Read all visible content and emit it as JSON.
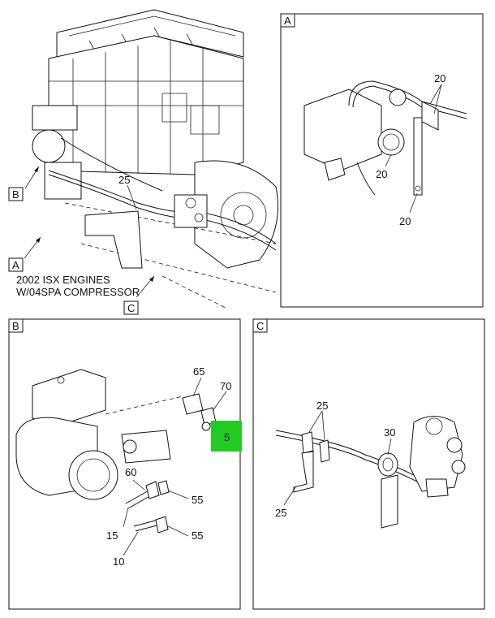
{
  "caption": {
    "line1": "2002 ISX ENGINES",
    "line2": "W/04SPA COMPRESSOR"
  },
  "views": {
    "A": "A",
    "B": "B",
    "C": "C"
  },
  "callouts": {
    "main_b": "B",
    "main_a": "A",
    "main_c": "C",
    "main_25": "25",
    "a_20_top": "20",
    "a_20_mid": "20",
    "a_20_bot": "20",
    "b_65": "65",
    "b_70": "70",
    "b_5": "5",
    "b_60": "60",
    "b_55_top": "55",
    "b_15": "15",
    "b_55_bot": "55",
    "b_10": "10",
    "c_25_top": "25",
    "c_30": "30",
    "c_25_bot": "25"
  },
  "colors": {
    "highlight": "#22cc22"
  }
}
